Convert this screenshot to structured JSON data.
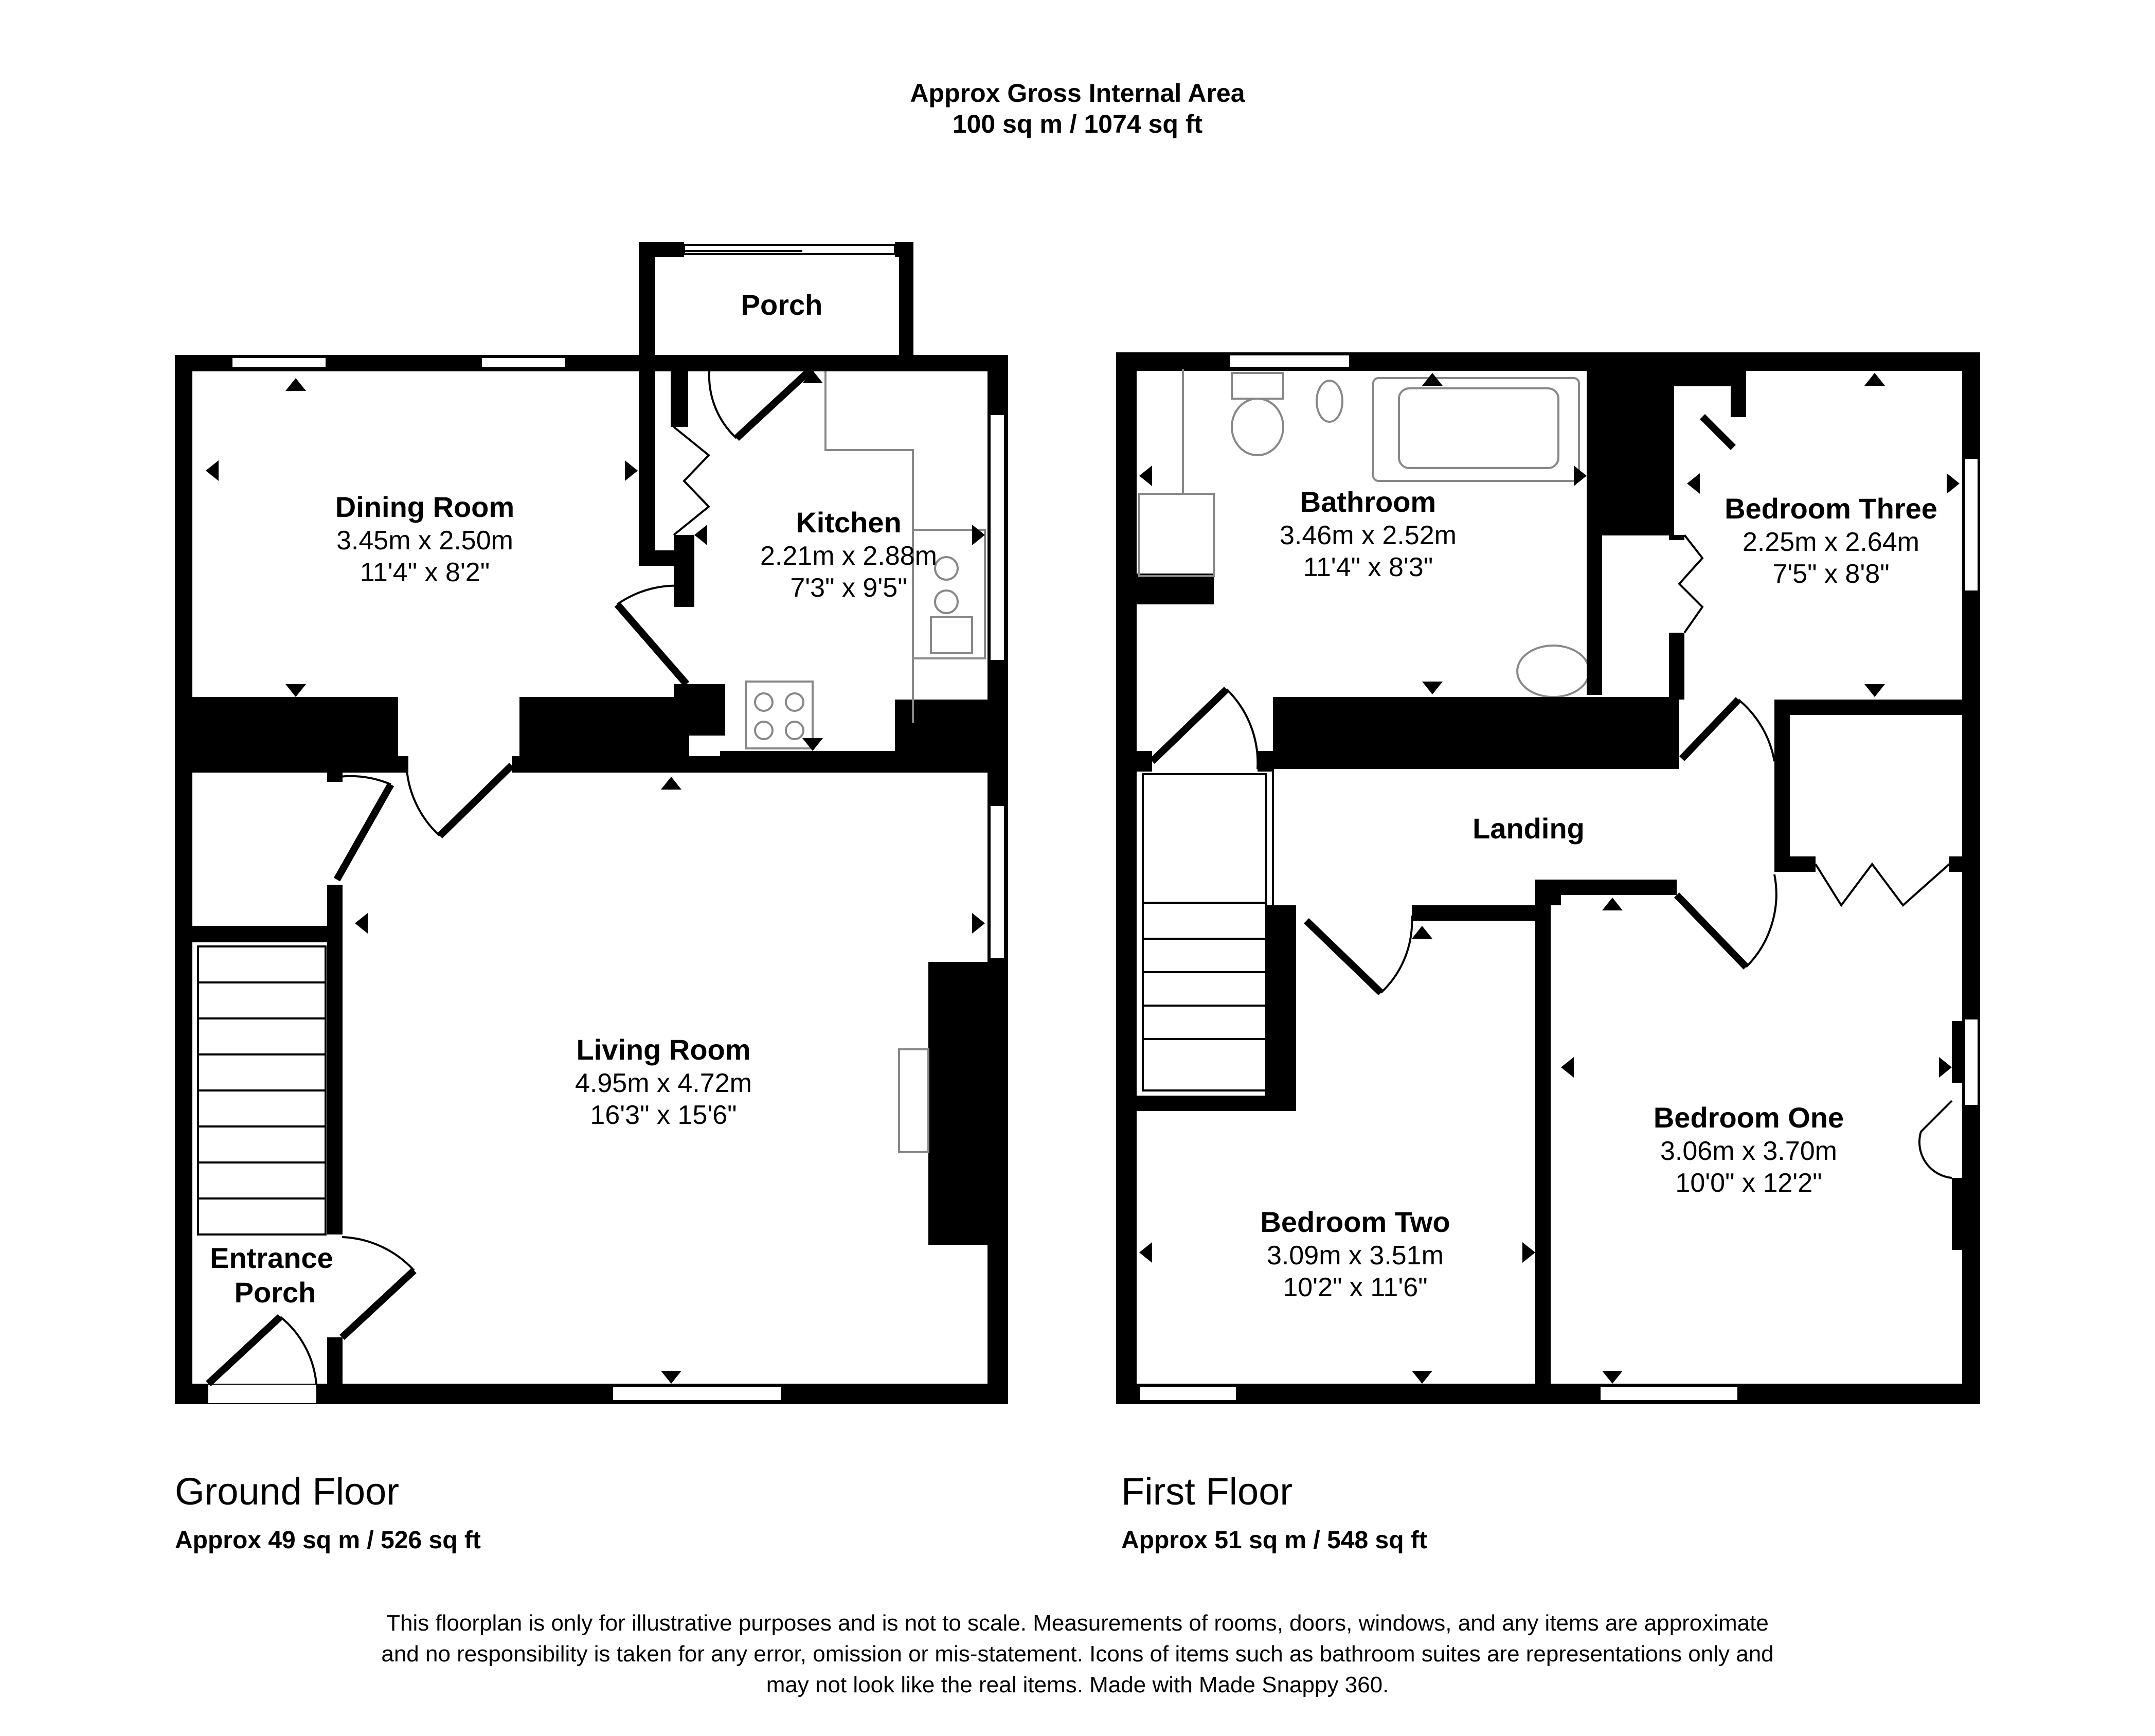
{
  "header": {
    "line1": "Approx Gross Internal Area",
    "line2": "100 sq m / 1074 sq ft"
  },
  "floors": [
    {
      "name": "Ground Floor",
      "area": "Approx 49 sq m / 526 sq ft",
      "rooms": [
        {
          "name": "Porch",
          "metric": "",
          "imperial": ""
        },
        {
          "name": "Dining Room",
          "metric": "3.45m x 2.50m",
          "imperial": "11'4\" x 8'2\""
        },
        {
          "name": "Kitchen",
          "metric": "2.21m x 2.88m",
          "imperial": "7'3\" x 9'5\""
        },
        {
          "name": "Living Room",
          "metric": "4.95m x 4.72m",
          "imperial": "16'3\" x 15'6\""
        },
        {
          "name": "Entrance",
          "name2": "Porch",
          "metric": "",
          "imperial": ""
        }
      ]
    },
    {
      "name": "First Floor",
      "area": "Approx 51 sq m / 548 sq ft",
      "rooms": [
        {
          "name": "Bathroom",
          "metric": "3.46m x 2.52m",
          "imperial": "11'4\" x 8'3\""
        },
        {
          "name": "Bedroom Three",
          "metric": "2.25m x 2.64m",
          "imperial": "7'5\" x 8'8\""
        },
        {
          "name": "Landing",
          "metric": "",
          "imperial": ""
        },
        {
          "name": "Bedroom Two",
          "metric": "3.09m x 3.51m",
          "imperial": "10'2\" x 11'6\""
        },
        {
          "name": "Bedroom One",
          "metric": "3.06m x 3.70m",
          "imperial": "10'0\" x 12'2\""
        }
      ]
    }
  ],
  "disclaimer": {
    "line1": "This floorplan is only for illustrative purposes and is not to scale. Measurements of rooms, doors, windows, and any items are approximate",
    "line2": "and no responsibility is taken for any error, omission or mis-statement. Icons of items such as bathroom suites are representations only and",
    "line3": "may not look like the real items. Made with Made Snappy 360."
  },
  "colors": {
    "wall": "#000000",
    "background": "#ffffff",
    "fixture": "#888888"
  }
}
